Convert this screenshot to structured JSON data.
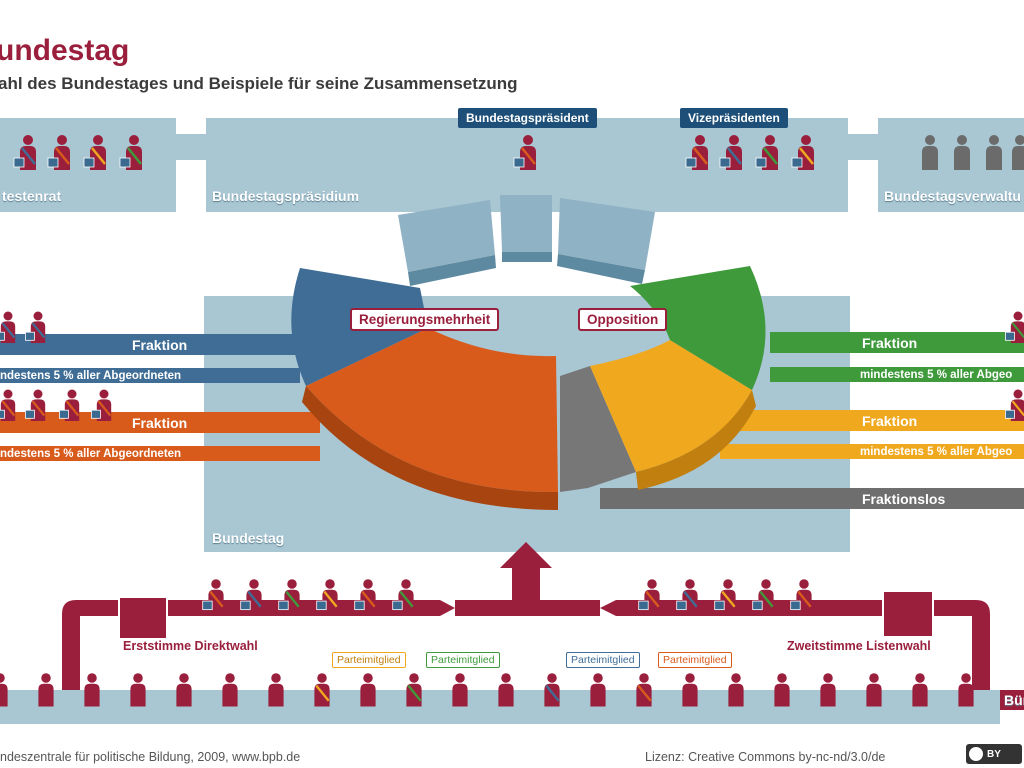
{
  "header": {
    "title": "undestag",
    "subtitle": "ahl des Bundestages und Beispiele für seine Zusammensetzung"
  },
  "top_panels": {
    "aeltestenrat_label": "testenrat",
    "praesidium_label": "Bundestagspräsidium",
    "verwaltung_label": "Bundestagsverwaltu",
    "praesident_tag": "Bundestagspräsident",
    "vize_tag": "Vizepräsidenten"
  },
  "parliament": {
    "label": "Bundestag",
    "regierung_label": "Regierungsmehrheit",
    "opposition_label": "Opposition"
  },
  "bands": {
    "left_blue_fraktion": "Fraktion",
    "left_blue_min": "ndestens 5 % aller Abgeordneten",
    "left_orange_fraktion": "Fraktion",
    "left_orange_min": "ndestens 5 % aller Abgeordneten",
    "right_green_fraktion": "Fraktion",
    "right_green_min": "mindestens 5 % aller Abgeo",
    "right_yellow_fraktion": "Fraktion",
    "right_yellow_min": "mindestens 5 % aller Abgeo",
    "fraktionslos": "Fraktionslos"
  },
  "election": {
    "erststimme": "Erststimme Direktwahl",
    "zweitstimme": "Zweitstimme Listenwahl",
    "buerger_label": "Bür",
    "parteimitglied_labels": [
      "Parteimitglied",
      "Parteimitglied",
      "Parteimitglied",
      "Parteimitglied"
    ]
  },
  "footer": {
    "source": "ndeszentrale für politische Bildung, 2009, www.bpb.de",
    "license": "Lizenz: Creative Commons by-nc-nd/3.0/de",
    "cc_badge": "BY"
  },
  "colors": {
    "brand": "#9a1f3c",
    "panel": "#a9c6d3",
    "blue": "#3f6d96",
    "orange": "#d85b1c",
    "green": "#3e9a3a",
    "yellow": "#f0a81e",
    "grey": "#777777"
  }
}
